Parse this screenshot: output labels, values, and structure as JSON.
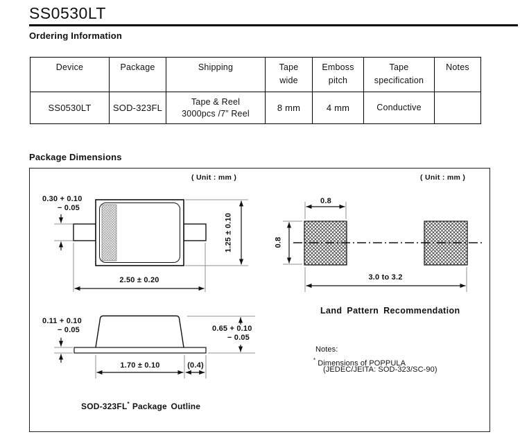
{
  "colors": {
    "ink": "#111111",
    "paper": "#ffffff"
  },
  "header": {
    "title": "SS0530LT",
    "section_ordering": "Ordering Information",
    "section_dimensions": "Package Dimensions"
  },
  "ordering_table": {
    "headers": [
      {
        "line1": "Device",
        "line2": ""
      },
      {
        "line1": "Package",
        "line2": ""
      },
      {
        "line1": "Shipping",
        "line2": ""
      },
      {
        "line1": "Tape",
        "line2": "wide"
      },
      {
        "line1": "Emboss",
        "line2": "pitch"
      },
      {
        "line1": "Tape",
        "line2": "specification"
      },
      {
        "line1": "Notes",
        "line2": ""
      }
    ],
    "row": {
      "device": "SS0530LT",
      "package": "SOD-323FL",
      "shipping_line1": "Tape & Reel",
      "shipping_line2": "3000pcs /7” Reel",
      "tape_wide": "8 mm",
      "emboss_pitch": "4 mm",
      "tape_specification": "Conductive",
      "notes": ""
    }
  },
  "dimensions": {
    "unit_left": "( Unit : mm )",
    "unit_right": "( Unit : mm )",
    "front_view": {
      "lead_thickness_line1": "0.30 + 0.10",
      "lead_thickness_line2": "− 0.05",
      "body_height": "1.25 ± 0.10",
      "overall_width": "2.50 ± 0.20"
    },
    "side_view": {
      "lead_height_line1": "0.11 + 0.10",
      "lead_height_line2": "− 0.05",
      "body_height_line1": "0.65 + 0.10",
      "body_height_line2": "− 0.05",
      "body_width": "1.70 ± 0.10",
      "terminal_length": "(0.4)",
      "caption_name": "SOD-323FL",
      "caption_star": "*",
      "caption_suffix": "Package Outline"
    },
    "land_pattern": {
      "pad_width": "0.8",
      "pad_height": "0.8",
      "pad_span": "3.0 to 3.2",
      "caption": "Land Pattern Recommendation"
    },
    "notes": {
      "label": "Notes:",
      "star": "*",
      "line1": "Dimensions of POPPULA",
      "line2": "(JEDEC/JEITA: SOD-323/SC-90)"
    }
  }
}
